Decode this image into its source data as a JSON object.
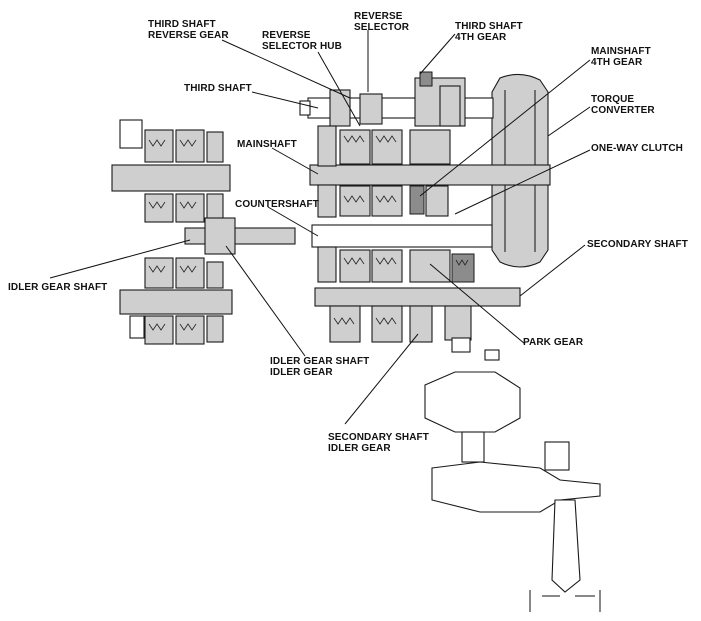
{
  "labels": {
    "third_shaft_reverse_gear": "THIRD SHAFT\nREVERSE GEAR",
    "reverse_selector": "REVERSE\nSELECTOR",
    "reverse_selector_hub": "REVERSE\nSELECTOR HUB",
    "third_shaft_4th_gear": "THIRD SHAFT\n4TH GEAR",
    "third_shaft": "THIRD SHAFT",
    "mainshaft_4th_gear": "MAINSHAFT\n4TH GEAR",
    "torque_converter": "TORQUE\nCONVERTER",
    "mainshaft": "MAINSHAFT",
    "one_way_clutch": "ONE-WAY CLUTCH",
    "countershaft": "COUNTERSHAFT",
    "secondary_shaft": "SECONDARY SHAFT",
    "idler_gear_shaft": "IDLER GEAR SHAFT",
    "park_gear": "PARK GEAR",
    "idler_gear_shaft_idler_gear": "IDLER GEAR SHAFT\nIDLER GEAR",
    "secondary_shaft_idler_gear": "SECONDARY SHAFT\nIDLER GEAR"
  }
}
